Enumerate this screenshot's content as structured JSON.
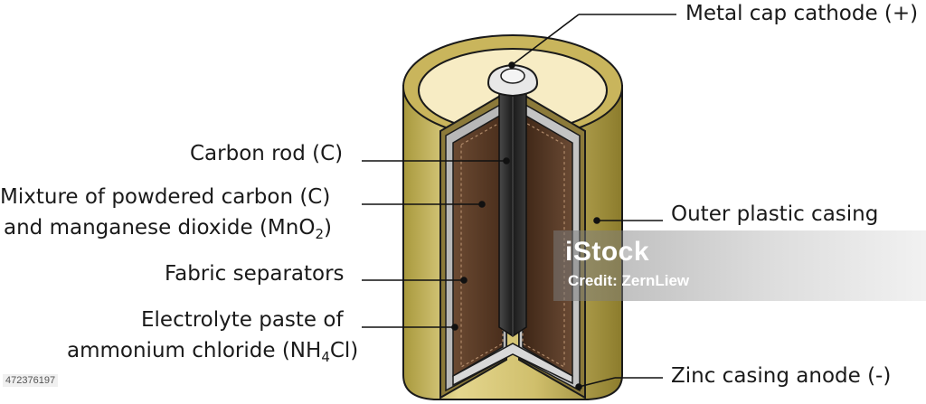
{
  "labels": {
    "metal_cap": "Metal cap cathode (+)",
    "carbon_rod": "Carbon rod (C)",
    "mixture_line1": "Mixture of powdered carbon (C)",
    "mixture_line2_pre": "and manganese dioxide (MnO",
    "mixture_line2_sub": "2",
    "mixture_line2_post": ")",
    "fabric": "Fabric separators",
    "electrolyte_line1": "Electrolyte paste of",
    "electrolyte_line2_pre": "ammonium chloride (NH",
    "electrolyte_line2_sub": "4",
    "electrolyte_line2_post": "Cl)",
    "outer_casing": "Outer plastic casing",
    "zinc_casing": "Zinc casing anode (-)"
  },
  "watermark": {
    "logo": "iStock",
    "credit": "Credit: ZernLiew"
  },
  "stock_id": "472376197",
  "colors": {
    "outer_casing": "#d8c87a",
    "cap_top": "#f7ecc4",
    "mixture": "#5a3a24",
    "carbon_rod": "#2a2a2a",
    "zinc": "#a8a8a8",
    "leader": "#111111"
  }
}
